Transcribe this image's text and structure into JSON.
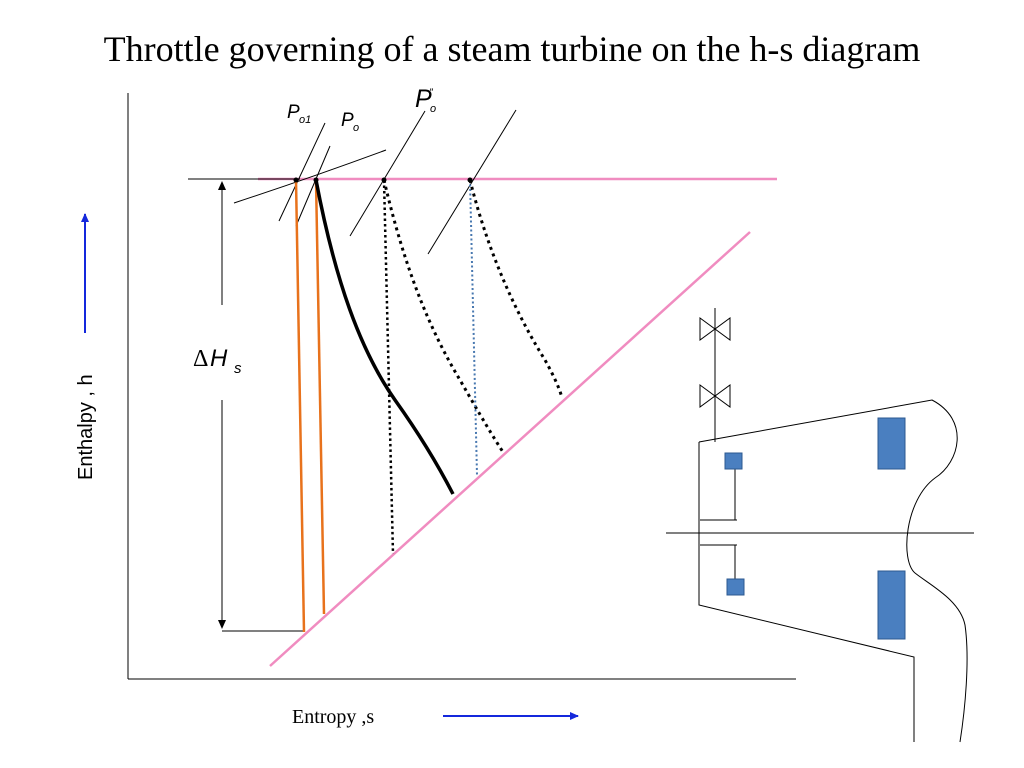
{
  "slide": {
    "title": "Throttle governing of a steam turbine on the h-s diagram"
  },
  "axes": {
    "x_label": "Entropy ,s",
    "y_label": "Enthalpy , h"
  },
  "pressure_labels": {
    "po1": {
      "base": "P",
      "sub": "o1"
    },
    "po": {
      "base": "P",
      "sub": "o"
    },
    "po2": {
      "base": "P",
      "sub": "o",
      "sup": "”"
    }
  },
  "heat_drop": {
    "delta": "Δ",
    "base": "H",
    "sub": "s"
  },
  "colors": {
    "pink_line": "#f08cc0",
    "orange_line": "#e8721c",
    "arrow_blue": "#1428dc",
    "dotted_blue": "#4878b0",
    "turbine_blade": "#4a7fc0",
    "turbine_blade_edge": "#2c5a90"
  },
  "icons": {
    "valve": "throttle-valve-icon",
    "turbine": "turbine-section-icon"
  }
}
